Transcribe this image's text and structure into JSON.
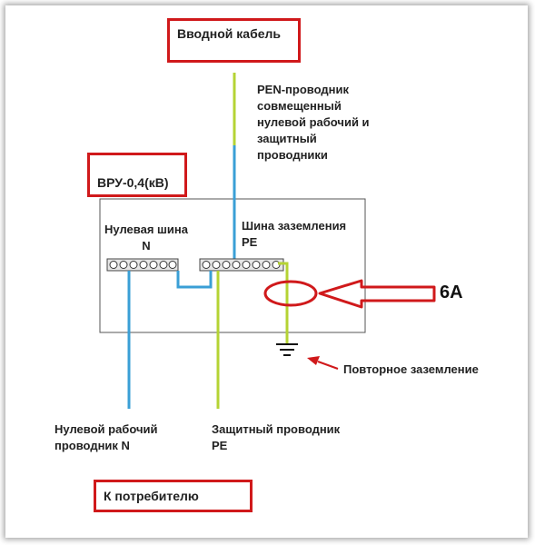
{
  "labels": {
    "input_cable": "Вводной кабель",
    "pen_conductor": "PEN-проводник\nсовмещенный\nнулевой рабочий и\nзащитный\nпроводники",
    "vru": "ВРУ-0,4(кВ)",
    "neutral_bus": "Нулевая шина\nN",
    "ground_bus": "Шина заземления\nPE",
    "current": "6А",
    "repeat_ground": "Повторное заземление",
    "neutral_conductor": "Нулевой рабочий\nпроводник N",
    "protective_conductor": "Защитный проводник\nPE",
    "to_consumer": "К  потребителю"
  },
  "colors": {
    "frame_red": "#d0191b",
    "blue_wire": "#3a9fd6",
    "yellow_green_wire": "#b5d334",
    "arrow_red": "#d0191b"
  }
}
